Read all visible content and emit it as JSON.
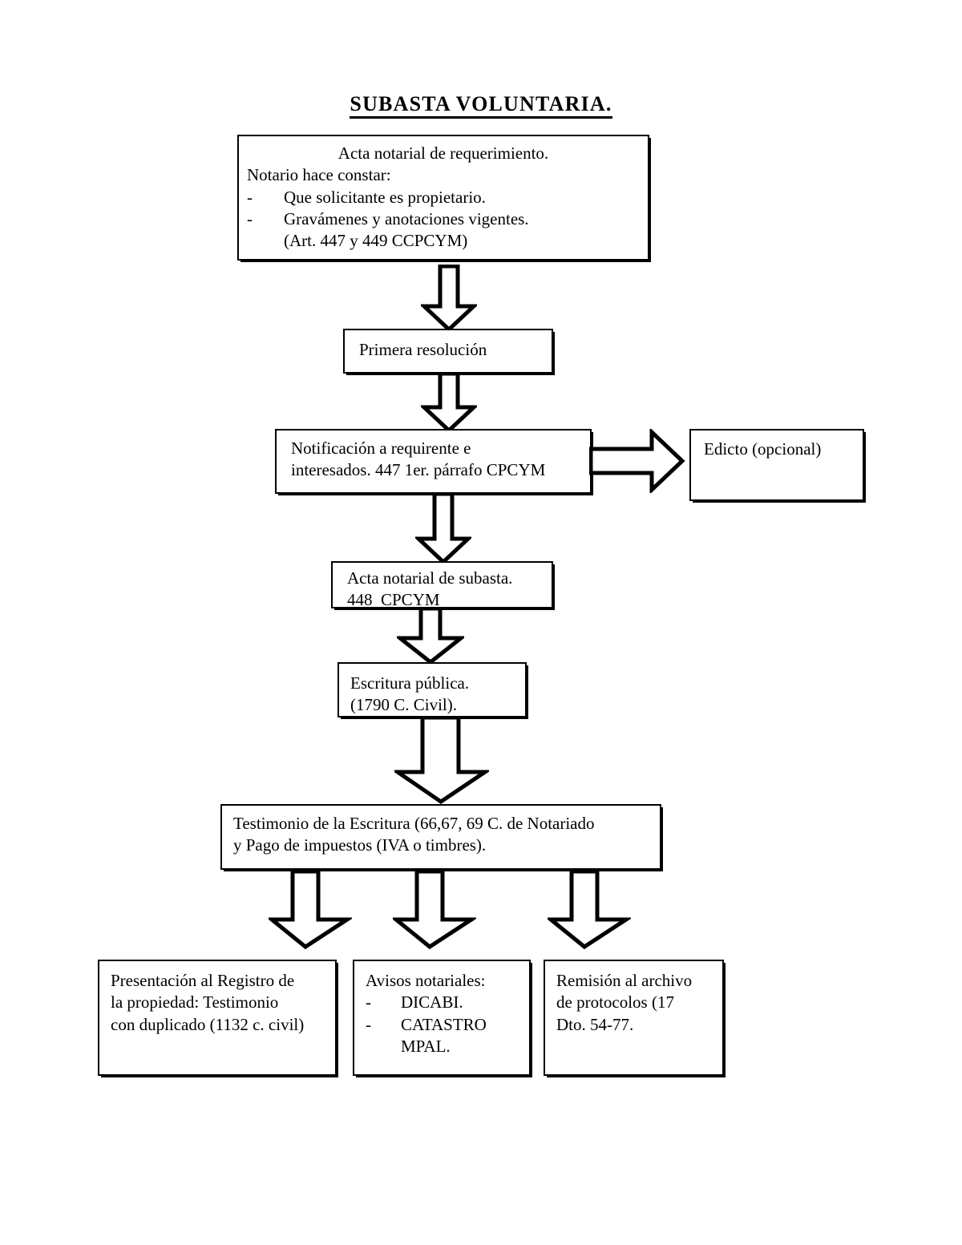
{
  "document": {
    "title": "SUBASTA VOLUNTARIA.",
    "language": "es"
  },
  "nodes": {
    "acta_requerimiento": {
      "line1": "Acta notarial de requerimiento.",
      "line2": "Notario hace constar:",
      "bullet1_dash": "-",
      "bullet1": "Que solicitante es propietario.",
      "bullet2_dash": "-",
      "bullet2": "Gravámenes y anotaciones vigentes.",
      "line3": "(Art. 447 y 449 CCPCYM)"
    },
    "primera_resolucion": {
      "line1": "Primera resolución"
    },
    "notificacion": {
      "line1": "Notificación a requirente e",
      "line2": "interesados. 447 1er. párrafo CPCYM"
    },
    "edicto": {
      "line1": "Edicto (opcional)"
    },
    "acta_subasta": {
      "line1": "Acta notarial de subasta.",
      "line2": "448  CPCYM"
    },
    "escritura": {
      "line1": "Escritura pública.",
      "line2": "(1790 C. Civil)."
    },
    "testimonio": {
      "line1": "Testimonio de la Escritura (66,67, 69 C. de Notariado",
      "line2": "y Pago de impuestos (IVA o timbres)."
    },
    "registro_propiedad": {
      "line1": "Presentación al Registro de",
      "line2": "la propiedad: Testimonio",
      "line3": "con duplicado (1132 c. civil)"
    },
    "avisos_notariales": {
      "line1": "Avisos notariales:",
      "bullet1_dash": "-",
      "bullet1": "DICABI.",
      "bullet2_dash": "-",
      "bullet2": "CATASTRO",
      "line2": "MPAL."
    },
    "archivo_protocolos": {
      "line1": "Remisión al archivo",
      "line2": "de protocolos (17",
      "line3": "Dto. 54-77."
    }
  },
  "connectors": [
    {
      "name": "arrow-acta-to-primera",
      "direction": "down"
    },
    {
      "name": "arrow-primera-to-notificacion",
      "direction": "down"
    },
    {
      "name": "arrow-notificacion-to-edicto",
      "direction": "right"
    },
    {
      "name": "arrow-notificacion-to-acta-subasta",
      "direction": "down"
    },
    {
      "name": "arrow-acta-subasta-to-escritura",
      "direction": "down"
    },
    {
      "name": "arrow-escritura-to-testimonio",
      "direction": "down"
    },
    {
      "name": "arrow-testimonio-to-registro",
      "direction": "down"
    },
    {
      "name": "arrow-testimonio-to-avisos",
      "direction": "down"
    },
    {
      "name": "arrow-testimonio-to-archivo",
      "direction": "down"
    }
  ],
  "colors": {
    "stroke": "#000000",
    "fill": "#ffffff",
    "background": "#ffffff"
  }
}
